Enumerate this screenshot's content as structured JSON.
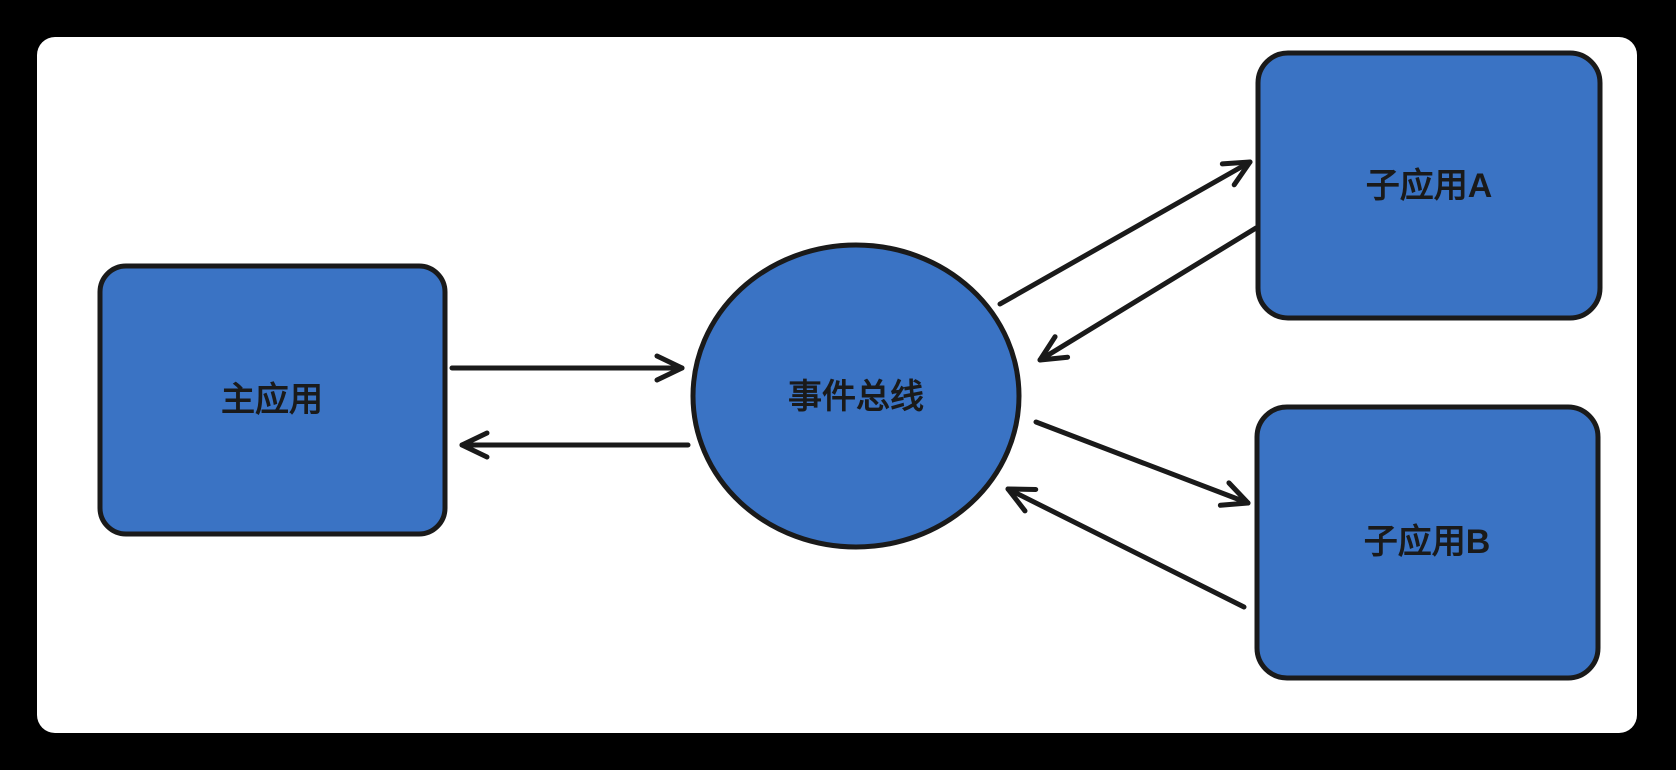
{
  "diagram": {
    "title_hint": "micro-frontend event bus communication diagram",
    "nodes": [
      {
        "id": "main-app",
        "label": "主应用",
        "shape": "rectangle"
      },
      {
        "id": "event-bus",
        "label": "事件总线",
        "shape": "ellipse"
      },
      {
        "id": "sub-app-a",
        "label": "子应用A",
        "shape": "rectangle"
      },
      {
        "id": "sub-app-b",
        "label": "子应用B",
        "shape": "rectangle"
      }
    ],
    "edges": [
      {
        "from": "main-app",
        "to": "event-bus",
        "style": "arrow"
      },
      {
        "from": "event-bus",
        "to": "main-app",
        "style": "arrow"
      },
      {
        "from": "event-bus",
        "to": "sub-app-a",
        "style": "arrow"
      },
      {
        "from": "sub-app-a",
        "to": "event-bus",
        "style": "arrow"
      },
      {
        "from": "event-bus",
        "to": "sub-app-b",
        "style": "arrow"
      },
      {
        "from": "sub-app-b",
        "to": "event-bus",
        "style": "arrow"
      }
    ],
    "colors": {
      "node_fill": "#3a73c4",
      "stroke": "#1a1a1a",
      "canvas_background": "#ffffff",
      "backdrop": "#000000"
    }
  }
}
